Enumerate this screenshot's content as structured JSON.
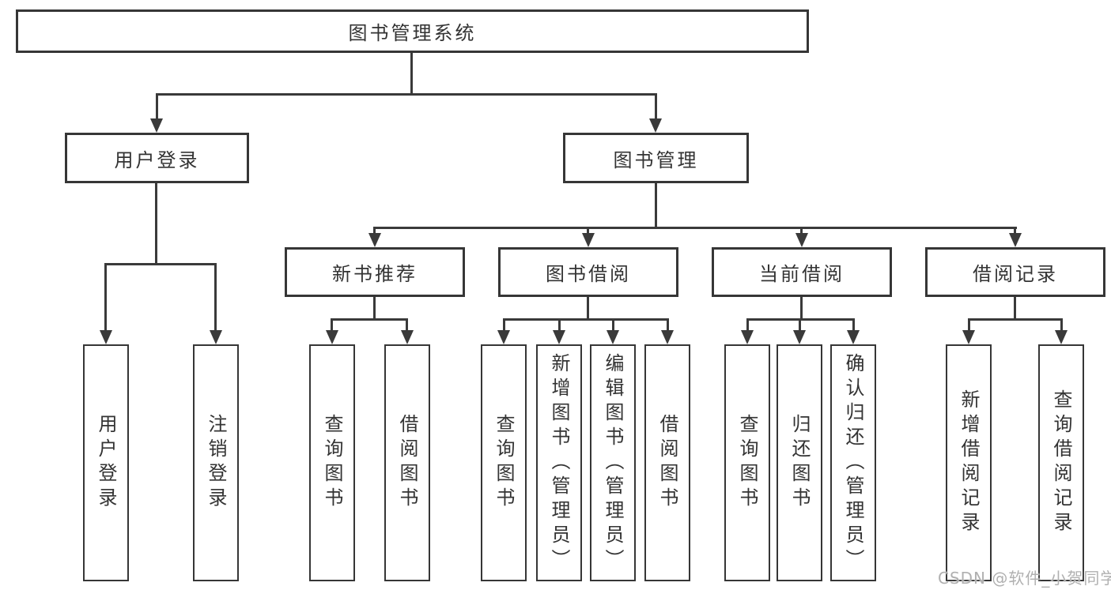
{
  "tree": {
    "root": "图书管理系统",
    "level2": [
      "用户登录",
      "图书管理"
    ],
    "level3": [
      "新书推荐",
      "图书借阅",
      "当前借阅",
      "借阅记录"
    ],
    "leaves_user_login": [
      "用户登录",
      "注销登录"
    ],
    "leaves_new_book": [
      "查询图书",
      "借阅图书"
    ],
    "leaves_book_borrow": [
      "查询图书",
      "新增图书（管理员）",
      "编辑图书（管理员）",
      "借阅图书"
    ],
    "leaves_current_borrow": [
      "查询图书",
      "归还图书",
      "确认归还（管理员）"
    ],
    "leaves_borrow_records": [
      "新增借阅记录",
      "查询借阅记录"
    ]
  },
  "watermark": "CSDN @软件_小贺同学",
  "colors": {
    "line": "#3a3a3a",
    "box_border": "#363636",
    "text": "#333333",
    "watermark": "#b0b0b0",
    "background": "#ffffff"
  }
}
